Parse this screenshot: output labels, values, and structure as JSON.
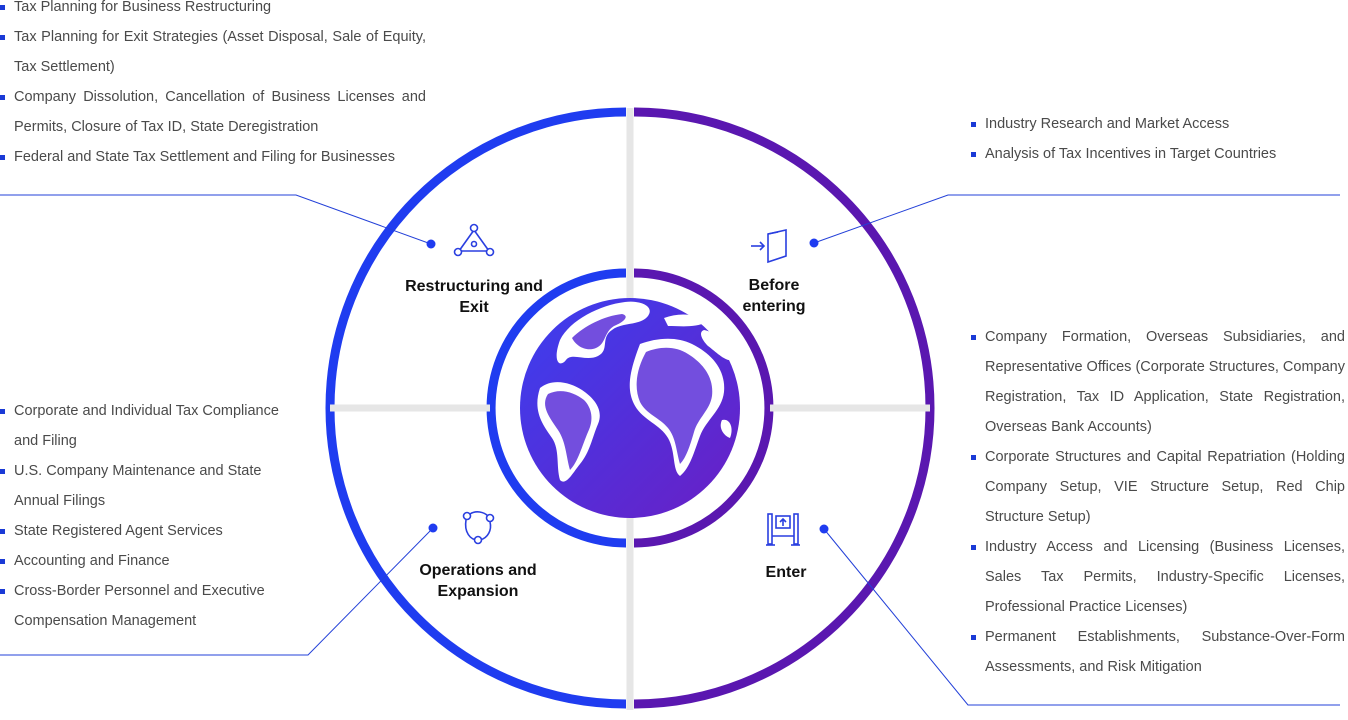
{
  "colors": {
    "blue": "#1f3cf0",
    "purple": "#5a17b0",
    "divider": "#e6e6e6",
    "bullet": "#1a3ad6"
  },
  "stages": {
    "restructuring": {
      "label": "Restructuring and\nExit",
      "icon": "triangle-nodes-icon",
      "items": [
        "Tax Planning for Business Restructuring",
        "Tax Planning for Exit Strategies (Asset Disposal, Sale of Equity, Tax Settlement)",
        "Company Dissolution, Cancellation of Business Licenses and Permits, Closure of Tax ID, State Deregistration",
        "Federal and State Tax Settlement and Filing for Businesses"
      ]
    },
    "before": {
      "label": "Before\nentering",
      "icon": "door-enter-icon",
      "items": [
        "Industry Research and Market Access",
        "Analysis of Tax Incentives in Target Countries"
      ]
    },
    "operations": {
      "label": "Operations and\nExpansion",
      "icon": "cycle-nodes-icon",
      "items": [
        "Corporate and Individual Tax Compliance and Filing",
        "U.S. Company Maintenance and State Annual Filings",
        "State Registered Agent Services",
        "Accounting and Finance",
        "Cross-Border Personnel and Executive Compensation Management"
      ]
    },
    "enter": {
      "label": "Enter",
      "icon": "gate-icon",
      "items": [
        "Company Formation, Overseas Subsidiaries, and Representative Offices (Corporate Structures, Company Registration, Tax ID Application, State Registration, Overseas Bank Accounts)",
        "Corporate Structures and Capital Repatriation (Holding Company Setup, VIE Structure Setup, Red Chip Structure Setup)",
        "Industry Access and Licensing (Business Licenses, Sales Tax Permits, Industry-Specific Licenses, Professional Practice Licenses)",
        "Permanent Establishments, Substance-Over-Form Assessments, and Risk Mitigation"
      ]
    }
  }
}
